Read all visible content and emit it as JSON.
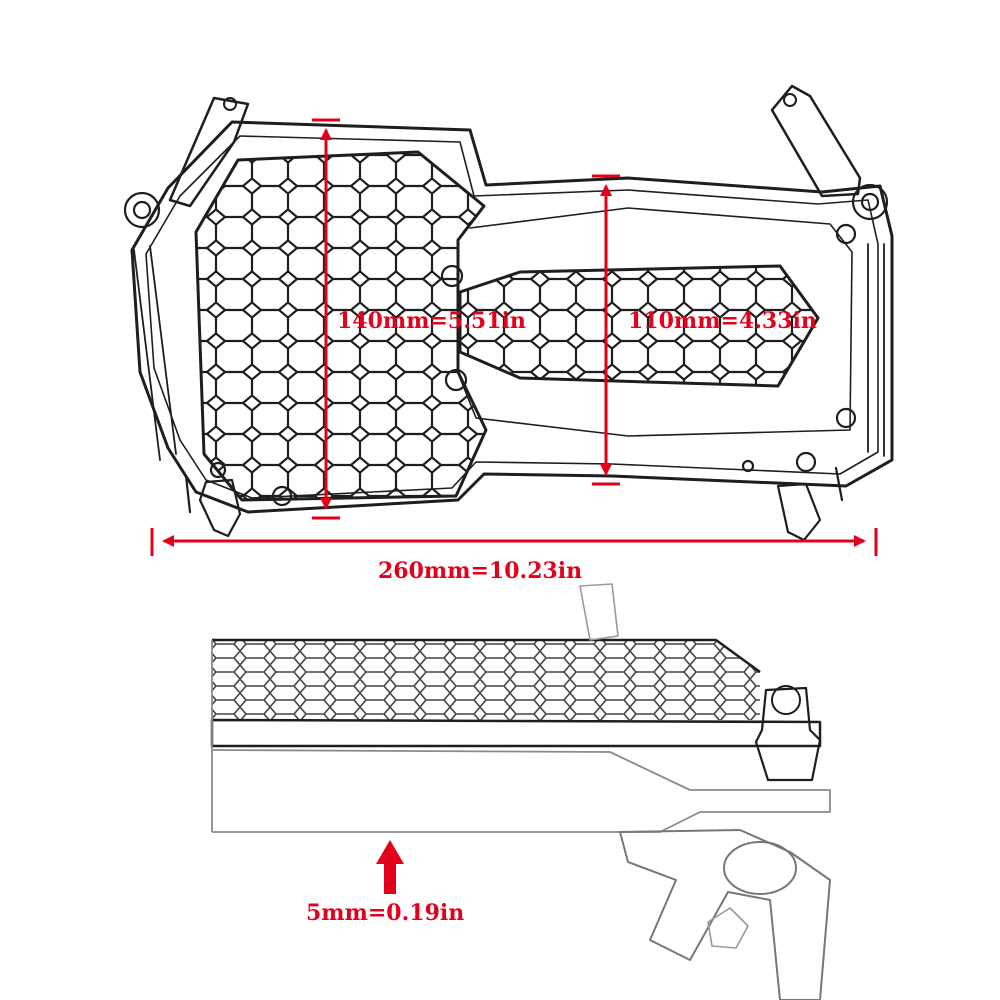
{
  "colors": {
    "dimension": "#e3001b",
    "line_art": "#1e1e1e",
    "background": "#ffffff"
  },
  "dimensions": {
    "grille_height": "140mm=5.51in",
    "inner_height": "110mm=4.33in",
    "total_width": "260mm=10.23in",
    "thickness": "5mm=0.19in"
  }
}
